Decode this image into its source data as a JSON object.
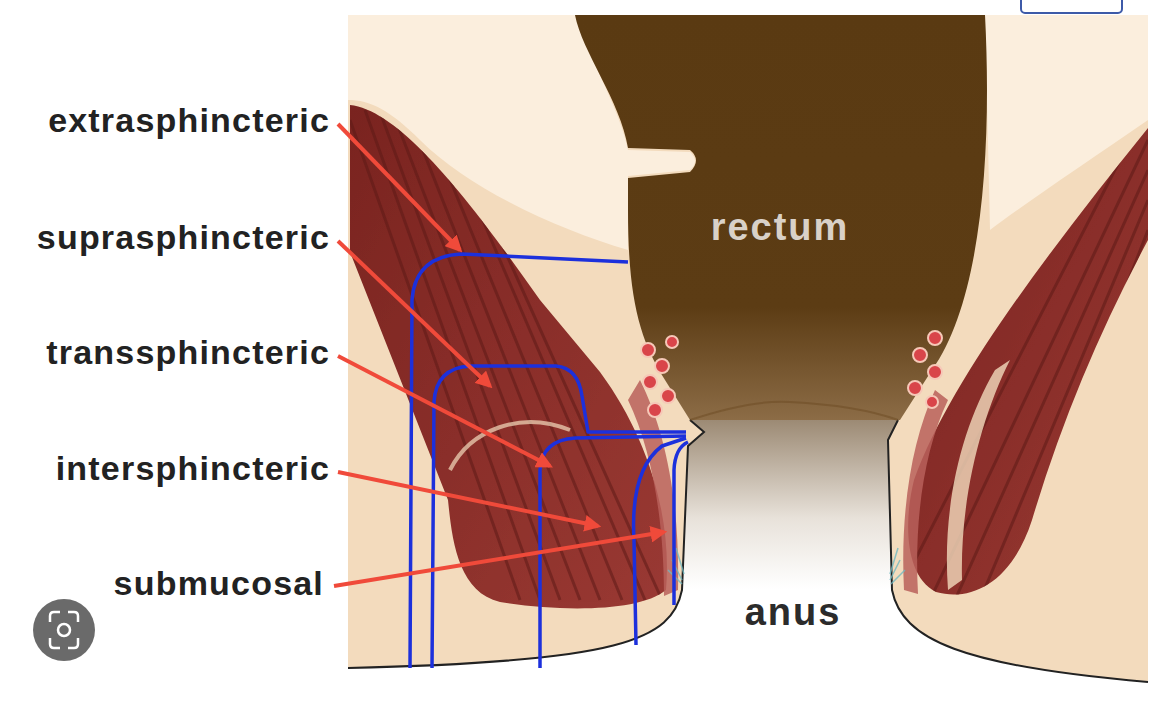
{
  "diagram": {
    "labels": [
      "extrasphincteric",
      "suprasphincteric",
      "transsphincteric",
      "intersphincteric",
      "submucosal",
      "rectum",
      "anus"
    ]
  }
}
